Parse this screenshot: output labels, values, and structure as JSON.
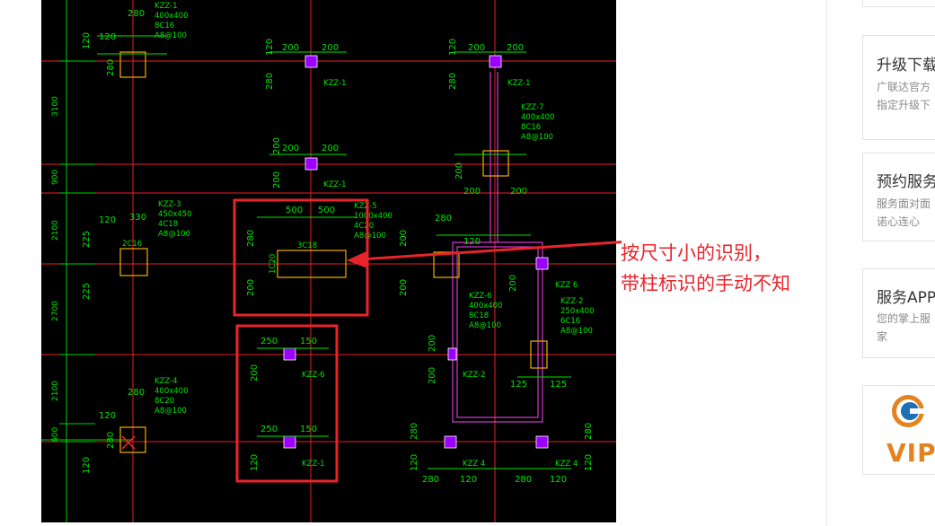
{
  "drawing": {
    "dims_h": [
      "120",
      "280",
      "200",
      "500",
      "330",
      "225",
      "250",
      "150",
      "125"
    ],
    "axis_dims": [
      "3100",
      "900",
      "2100",
      "2700",
      "2100",
      "600"
    ],
    "columns": [
      {
        "id": "KZZ-1",
        "size": "400x400",
        "rebar": "8C16",
        "stirrup": "A8@100"
      },
      {
        "id": "KZZ-7",
        "size": "400x400",
        "rebar": "8C16",
        "stirrup": "A8@100"
      },
      {
        "id": "KZZ-3",
        "size": "450x450",
        "rebar": "4C18",
        "stirrup": "A8@100"
      },
      {
        "id": "KZZ-5",
        "size": "1000x400",
        "rebar": "4C20",
        "stirrup": "A8@100"
      },
      {
        "id": "KZZ-6",
        "size": "400x400",
        "rebar": "8C18",
        "stirrup": "A8@100"
      },
      {
        "id": "KZZ-2",
        "size": "250x400",
        "rebar": "6C16",
        "stirrup": "A8@100"
      },
      {
        "id": "KZZ-4",
        "size": "400x400",
        "rebar": "8C20",
        "stirrup": "A8@100"
      }
    ],
    "small_labels": {
      "kzz1": "KZZ-1",
      "kzz6": "KZZ-6",
      "kzz2": "KZZ-2",
      "kzz4": "KZZ 4",
      "kzz6b": "KZZ 6",
      "c3c18": "3C18",
      "c2c16": "2C16",
      "c1c20": "1C20"
    },
    "colors": {
      "bg": "#000000",
      "grid": "#e8202a",
      "axis": "#00d400",
      "dim": "#00e400",
      "column": "#f0b000",
      "marker": "#9b00ff",
      "beam": "#ff44ff",
      "annotation": "#e8242b"
    }
  },
  "annotation": {
    "line1": "按尺寸小的识别，",
    "line2": "带柱标识的手动不知"
  },
  "sidebar": {
    "cards": [
      {
        "title": "升级下载",
        "desc1": "广联达官方",
        "desc2": "指定升级下"
      },
      {
        "title": "预约服务",
        "desc1": "服务面对面",
        "desc2": "诺心连心"
      },
      {
        "title": "服务APP",
        "desc1": "您的掌上服",
        "desc2": "家"
      }
    ],
    "vip_label": "VIP",
    "vip_icon": "vip-logo-icon"
  }
}
